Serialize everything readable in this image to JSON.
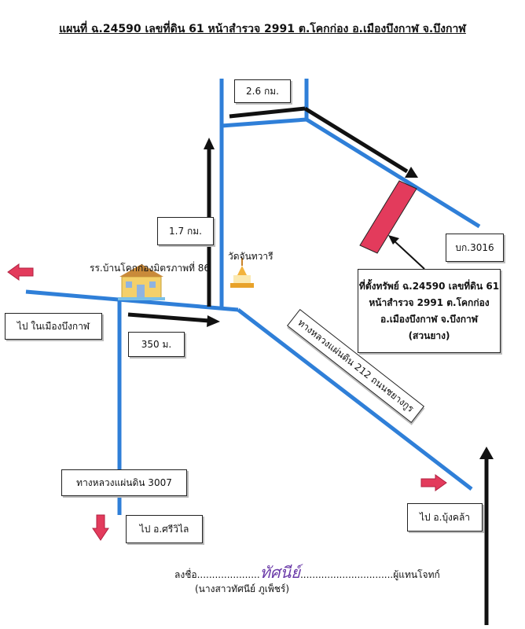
{
  "title": "แผนที่  ฉ.24590 เลขที่ดิน 61 หน้าสำรวจ 2991 ต.โคกก่อง อ.เมืองบึงกาฬ จ.บึงกาฬ",
  "distances": {
    "north_top": "2.6 กม.",
    "north_left": "1.7 กม.",
    "east_short": "350 ม."
  },
  "landmarks": {
    "school": "รร.บ้านโคกก่องมิตรภาพที่ 86",
    "temple": "วัดจันทวารี"
  },
  "roads": {
    "highway_212": "ทางหลวงแผ่นดิน 212 ถนนชยางกูร",
    "highway_3007": "ทางหลวงแผ่นดิน 3007",
    "bk_3016": "บก.3016"
  },
  "directions": {
    "to_town": "ไป ในเมืองบึงกาฬ",
    "to_siwilai": "ไป อ.ศรีวิไล",
    "to_bungkhla": "ไป อ.บุ้งคล้า"
  },
  "property": {
    "line1": "ที่ตั้งทรัพย์ ฉ.24590 เลขที่ดิน 61",
    "line2": "หน้าสำรวจ 2991 ต.โคกก่อง",
    "line3": "อ.เมืองบึงกาฬ จ.บึงกาฬ",
    "line4": "(สวนยาง)"
  },
  "signature": {
    "prefix": "ลงชื่อ",
    "signed_text": "ทัศนีย์",
    "suffix": "ผู้แทนโจทก์",
    "name": "(นางสาวทัศนีย์  ภูเพ็ชร์)"
  },
  "colors": {
    "road": "#2f7fd8",
    "arrow": "#111111",
    "direction_arrow": "#e33b5c",
    "property": "#e33b5c",
    "signature_ink": "#6a3aa8"
  }
}
